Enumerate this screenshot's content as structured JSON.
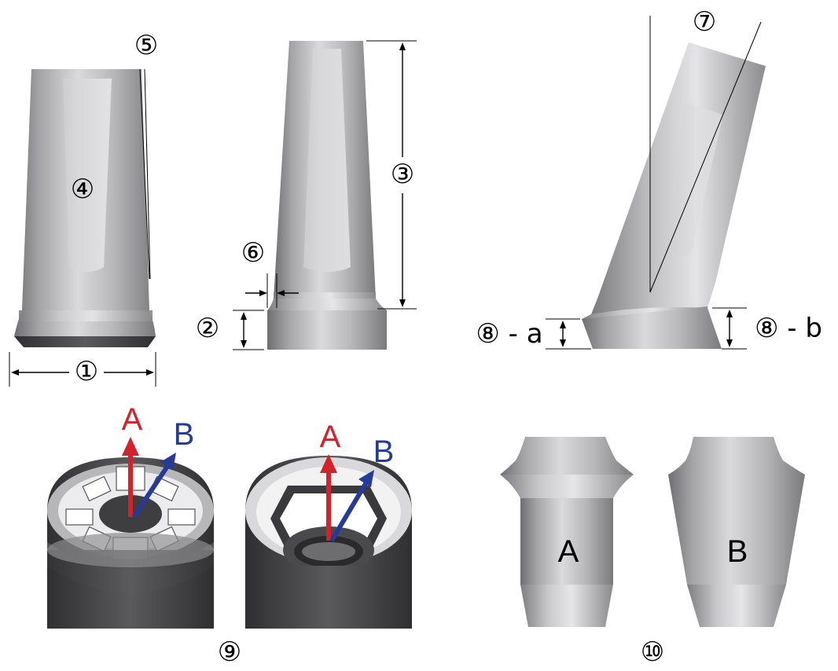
{
  "labels": {
    "n1": "①",
    "n2": "②",
    "n3": "③",
    "n4": "④",
    "n5": "⑤",
    "n6": "⑥",
    "n7": "⑦",
    "n8a": "⑧ - a",
    "n8b": "⑧ - b",
    "n9": "⑨",
    "n10": "⑩"
  },
  "arrows": {
    "a_label": "A",
    "b_label": "B",
    "a_color": "#d2232a",
    "b_color": "#263b97"
  },
  "shapes": {
    "a_label": "A",
    "b_label": "B"
  },
  "colors": {
    "metal_dark": "#6d6d70",
    "metal_mid": "#a9a9ac",
    "metal_light": "#e3e3e5",
    "shadow": "#3b3b3e"
  }
}
